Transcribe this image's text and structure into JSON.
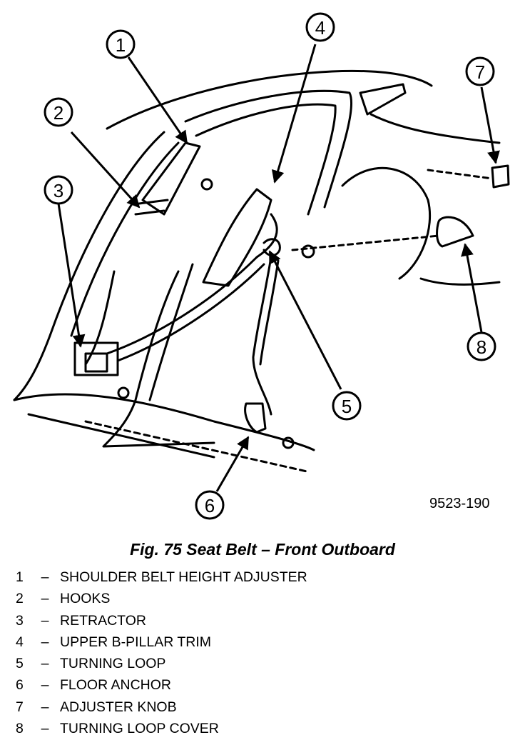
{
  "figure": {
    "id": "9523-190",
    "caption": "Fig. 75 Seat Belt – Front Outboard"
  },
  "legend": [
    {
      "num": "1",
      "label": "SHOULDER BELT HEIGHT ADJUSTER"
    },
    {
      "num": "2",
      "label": "HOOKS"
    },
    {
      "num": "3",
      "label": "RETRACTOR"
    },
    {
      "num": "4",
      "label": "UPPER B-PILLAR TRIM"
    },
    {
      "num": "5",
      "label": "TURNING LOOP"
    },
    {
      "num": "6",
      "label": "FLOOR ANCHOR"
    },
    {
      "num": "7",
      "label": "ADJUSTER KNOB"
    },
    {
      "num": "8",
      "label": "TURNING LOOP COVER"
    }
  ],
  "separator": "–"
}
